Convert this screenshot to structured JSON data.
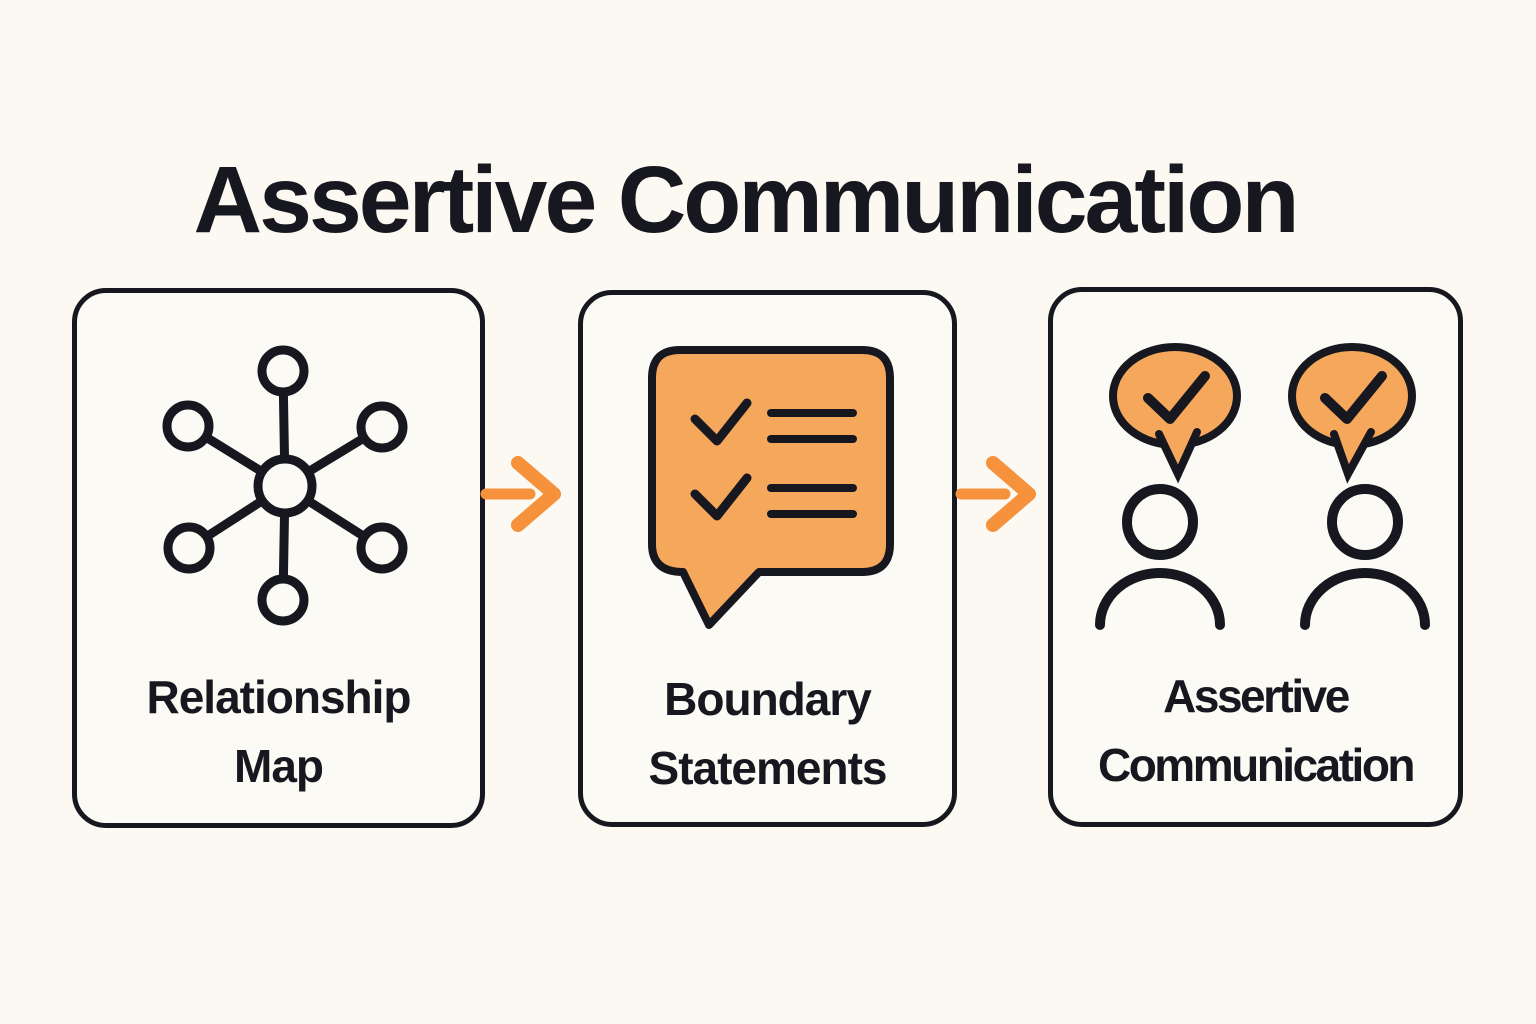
{
  "page": {
    "title": "Assertive Communication",
    "background": "#FBF9F2"
  },
  "colors": {
    "ink": "#17171F",
    "orange_fill": "#F5A75C",
    "orange_arrow": "#F6913C",
    "card_bg": "#FCFAF4"
  },
  "cards": [
    {
      "label": "Relationship Map",
      "label_line1": "Relationship",
      "label_line2": "Map",
      "icon": "network-hub-icon"
    },
    {
      "label": "Boundary Statements",
      "label_line1": "Boundary",
      "label_line2": "Statements",
      "icon": "checklist-speech-bubble-icon"
    },
    {
      "label": "Assertive Communication",
      "label_line1": "Assertive",
      "label_line2": "Communication",
      "icon": "two-people-check-bubbles-icon"
    }
  ],
  "arrows": [
    {
      "name": "arrow-right-1"
    },
    {
      "name": "arrow-right-2"
    }
  ]
}
